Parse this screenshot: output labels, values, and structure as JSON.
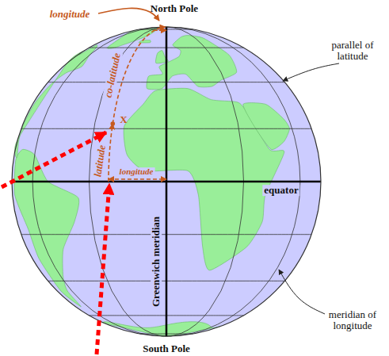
{
  "diagram": {
    "labels": [
      "North Pole",
      "longitude",
      "co-latitude",
      "parallel of latitude",
      "X",
      "latitude",
      "longitude",
      "equator",
      "Greenwich meridian",
      "meridian of longitude",
      "South Pole"
    ]
  }
}
